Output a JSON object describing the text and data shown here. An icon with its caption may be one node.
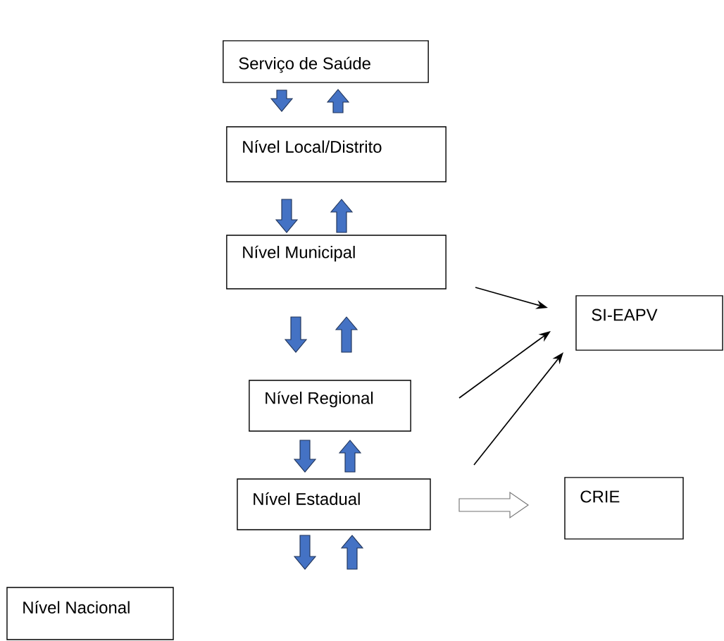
{
  "diagram": {
    "nodes": [
      {
        "text": [
          "Serviço de Saúde"
        ]
      },
      {
        "text": [
          "Nível Local/Distrito"
        ]
      },
      {
        "text": [
          "Nível Municipal"
        ]
      },
      {
        "text": [
          "SI-EAPV"
        ]
      },
      {
        "text": [
          "Nível Regional"
        ]
      },
      {
        "text": [
          "Nível Estadual"
        ]
      },
      {
        "text": [
          "CRIE"
        ]
      },
      {
        "text": [
          "Nível Nacional"
        ]
      }
    ],
    "edges": [
      {
        "from": 0,
        "to": 1,
        "arrow": "to",
        "style": "thick"
      },
      {
        "from": 1,
        "to": 0,
        "arrow": "to",
        "style": "thick"
      },
      {
        "from": 1,
        "to": 2,
        "arrow": "to",
        "style": "thick"
      },
      {
        "from": 2,
        "to": 1,
        "arrow": "to",
        "style": "thick"
      },
      {
        "from": 2,
        "to": 4,
        "arrow": "to",
        "style": "thick"
      },
      {
        "from": 4,
        "to": 2,
        "arrow": "to",
        "style": "thick"
      },
      {
        "from": 4,
        "to": 5,
        "arrow": "to",
        "style": "thick"
      },
      {
        "from": 5,
        "to": 4,
        "arrow": "to",
        "style": "thick"
      },
      {
        "from": 5,
        "to": null,
        "arrow": "to",
        "style": "thick"
      },
      {
        "from": null,
        "to": 5,
        "arrow": "to",
        "style": "thick"
      },
      {
        "from": 2,
        "to": 3,
        "arrow": "to",
        "color": "#000000"
      },
      {
        "from": null,
        "to": 3,
        "arrow": "to",
        "color": "#000000"
      },
      {
        "from": null,
        "to": 3,
        "arrow": "to",
        "color": "#000000"
      },
      {
        "from": 5,
        "to": 6,
        "arrow": "to",
        "style": "thick",
        "color": "#ffffff"
      }
    ]
  }
}
